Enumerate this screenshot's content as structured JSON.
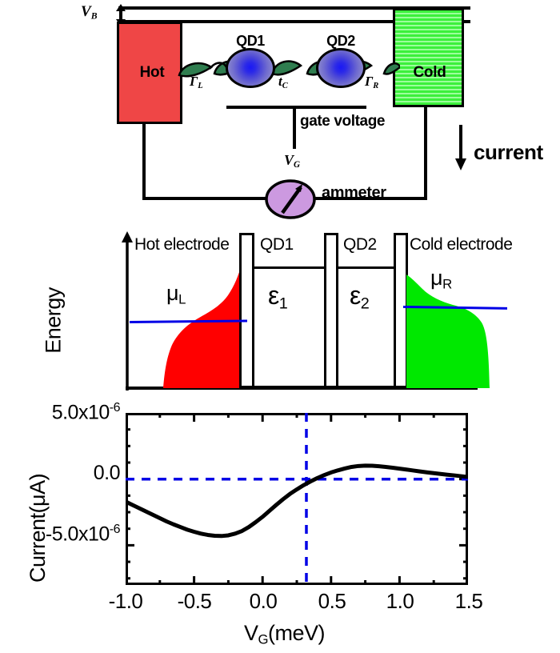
{
  "schematic": {
    "bias_label": "V_B",
    "hot_label": "Hot",
    "cold_label": "Cold",
    "qd1_label": "QD1",
    "qd2_label": "QD2",
    "gamma_left": "Γ_L",
    "gamma_right": "Γ_R",
    "coupling_label": "t_C",
    "gate_voltage_label": "gate voltage",
    "gate_symbol": "V_G",
    "ammeter_label": "ammeter",
    "current_label": "current",
    "colors": {
      "hot": "#ef4646",
      "cold": "#3cf03c",
      "dot": "#2b29e8",
      "coupling_leaf": "#2f7d4f",
      "ammeter": "#cc99e0",
      "wire": "#000000"
    }
  },
  "band_diagram": {
    "y_axis_label": "Energy",
    "hot_electrode_label": "Hot electrode",
    "cold_electrode_label": "Cold electrode",
    "qd1_label": "QD1",
    "qd2_label": "QD2",
    "level1_label": "ε₁",
    "level2_label": "ε₂",
    "mu_left_label": "μ_L",
    "mu_right_label": "μ_R",
    "colors": {
      "hot_fermi": "#ff0000",
      "cold_fermi": "#00e800",
      "chemical_potential": "#0000e6"
    }
  },
  "chart_data": {
    "type": "line",
    "title": "",
    "xlabel": "V_G(meV)",
    "ylabel": "Current(μA)",
    "xlim": [
      -1.0,
      1.5
    ],
    "ylim": [
      -8e-06,
      5e-06
    ],
    "grid": false,
    "legend": "none",
    "xticks": [
      -1.0,
      -0.5,
      0.0,
      0.5,
      1.0,
      1.5
    ],
    "xticklabels": [
      "-1.0",
      "-0.5",
      "0.0",
      "0.5",
      "1.0",
      "1.5"
    ],
    "yticks": [
      5e-06,
      0.0,
      -5e-06
    ],
    "yticklabels": [
      "5.0x10<sup>-6</sup>",
      "0.0",
      "-5.0x10<sup>-6</sup>"
    ],
    "x": [
      -1.0,
      -0.95,
      -0.9,
      -0.85,
      -0.8,
      -0.75,
      -0.7,
      -0.65,
      -0.6,
      -0.55,
      -0.5,
      -0.45,
      -0.4,
      -0.35,
      -0.3,
      -0.25,
      -0.2,
      -0.15,
      -0.1,
      -0.05,
      0.0,
      0.05,
      0.1,
      0.15,
      0.2,
      0.25,
      0.3,
      0.35,
      0.4,
      0.45,
      0.5,
      0.55,
      0.6,
      0.65,
      0.7,
      0.75,
      0.8,
      0.85,
      0.9,
      0.95,
      1.0,
      1.05,
      1.1,
      1.15,
      1.2,
      1.25,
      1.3,
      1.35,
      1.4,
      1.45,
      1.5
    ],
    "y": [
      -1.7e-06,
      -1.95e-06,
      -2.2e-06,
      -2.45e-06,
      -2.7e-06,
      -2.95e-06,
      -3.2e-06,
      -3.42e-06,
      -3.62e-06,
      -3.82e-06,
      -3.98e-06,
      -4.12e-06,
      -4.22e-06,
      -4.28e-06,
      -4.3e-06,
      -4.25e-06,
      -4.12e-06,
      -3.92e-06,
      -3.62e-06,
      -3.25e-06,
      -2.85e-06,
      -2.4e-06,
      -1.95e-06,
      -1.52e-06,
      -1.12e-06,
      -7.8e-07,
      -4.6e-07,
      -1.8e-07,
      8e-08,
      3e-07,
      5e-07,
      6.6e-07,
      8e-07,
      9.2e-07,
      9.9e-07,
      1.02e-06,
      1.01e-06,
      9.7e-07,
      9.2e-07,
      8.6e-07,
      7.9e-07,
      7.2e-07,
      6.5e-07,
      5.8e-07,
      5.1e-07,
      4.5e-07,
      3.9e-07,
      3.3e-07,
      2.8e-07,
      2.2e-07,
      1.6e-07
    ],
    "annotations": {
      "zero_line": {
        "type": "hline",
        "value": 0.0,
        "style": "dashed",
        "color": "#0000e6"
      },
      "crossing_line": {
        "type": "vline",
        "value": 0.32,
        "style": "dashed",
        "color": "#0000e6"
      }
    },
    "series_color": "#000000",
    "series_linewidth": 5
  }
}
